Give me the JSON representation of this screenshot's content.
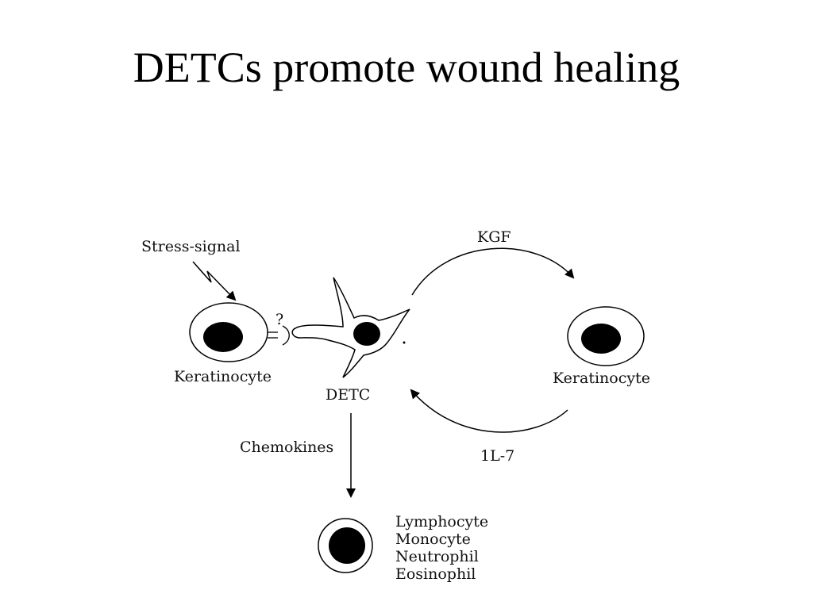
{
  "title": "DETCs promote wound healing",
  "labels": {
    "stress_signal": "Stress-signal",
    "question_mark": "?",
    "keratinocyte_left": "Keratinocyte",
    "detc": "DETC",
    "kgf": "KGF",
    "keratinocyte_right": "Keratinocyte",
    "il7": "1L-7",
    "chemokines": "Chemokines"
  },
  "recruited_cells": [
    "Lymphocyte",
    "Monocyte",
    "Neutrophil",
    "Eosinophil"
  ]
}
